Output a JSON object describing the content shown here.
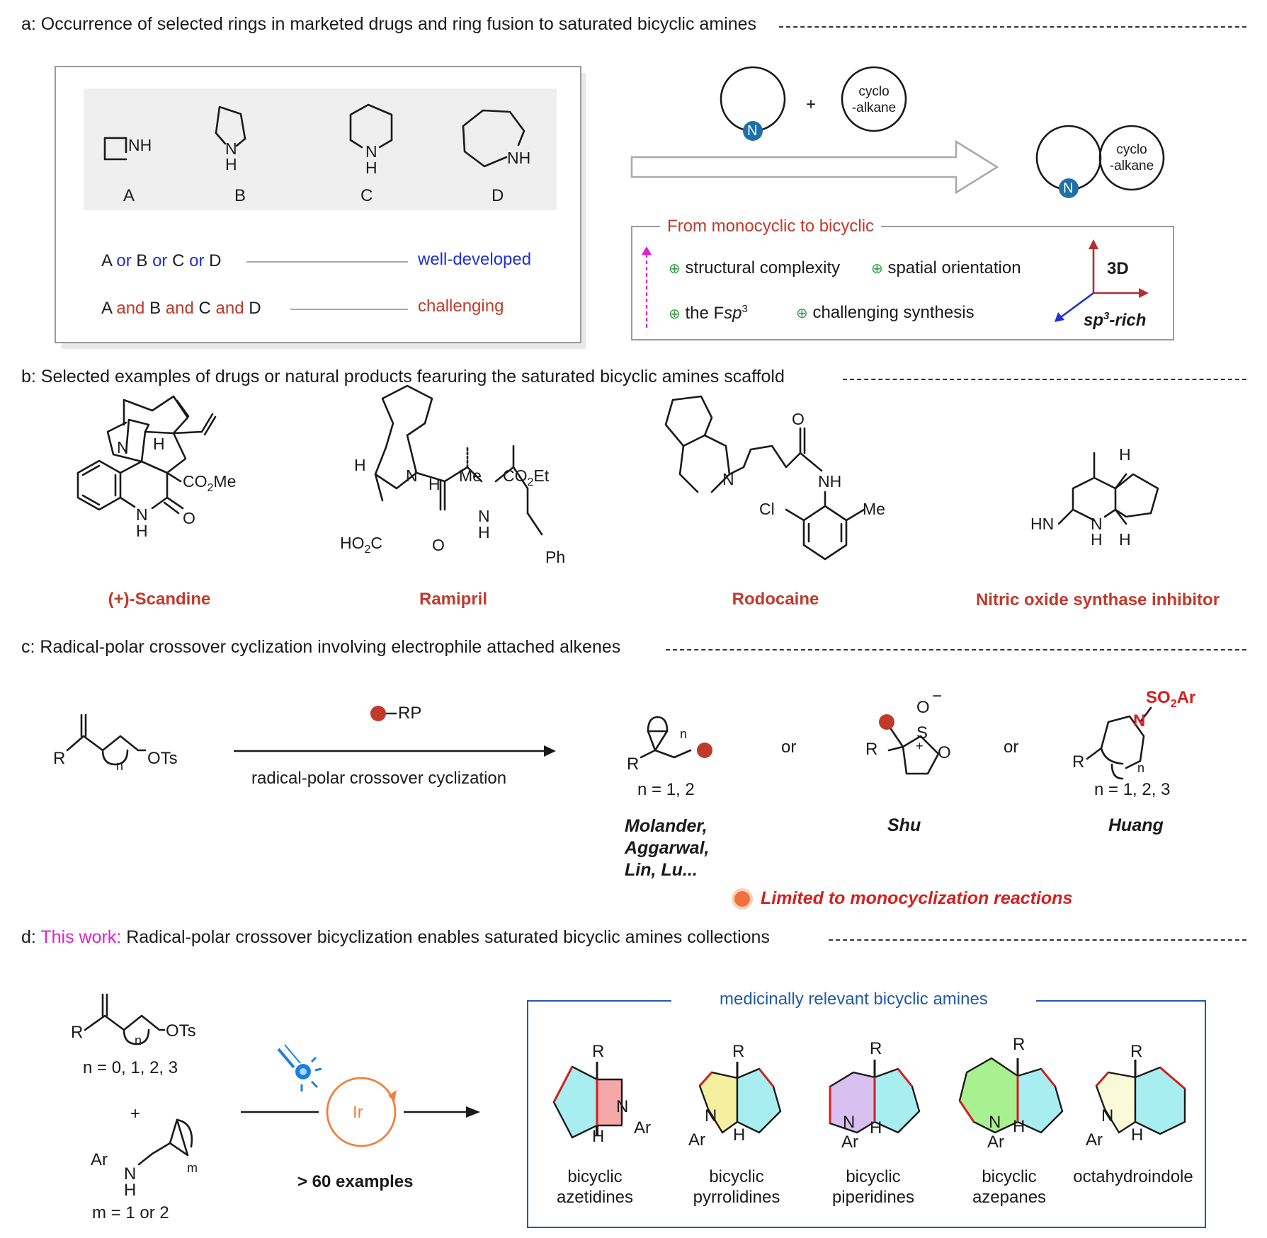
{
  "section_a": {
    "header": "a: Occurrence of selected rings in marketed drugs and ring fusion to saturated bicyclic amines",
    "rings": [
      {
        "label": "A",
        "atom": "NH"
      },
      {
        "label": "B",
        "atom": "N",
        "h": "H"
      },
      {
        "label": "C",
        "atom": "N",
        "h": "H"
      },
      {
        "label": "D",
        "atom": "NH"
      }
    ],
    "row1": {
      "a": "A",
      "or1": "or",
      "b": "B",
      "or2": "or",
      "c": "C",
      "or3": "or",
      "d": "D",
      "status": "well-developed"
    },
    "row2": {
      "a": "A",
      "and1": "and",
      "b": "B",
      "and2": "and",
      "c": "C",
      "and3": "and",
      "d": "D",
      "status": "challenging"
    },
    "scheme": {
      "n": "N",
      "plus": "+",
      "cyclo_line1": "cyclo",
      "cyclo_line2": "-alkane"
    },
    "mono_box": {
      "title": "From monocyclic to bicyclic",
      "items": [
        "structural complexity",
        "spatial orientation",
        "challenging synthesis"
      ],
      "fsp3_prefix": "the F",
      "fsp3_ital": "sp",
      "fsp3_sup": "3",
      "bullet": "⊕",
      "axis_3d": "3D",
      "axis_sp3": "sp",
      "axis_sp3_sup": "3",
      "axis_sp3_rest": "-rich"
    },
    "colors": {
      "accent_red": "#c0392b",
      "accent_blue": "#1f2fd6",
      "node_blue": "#1f6fa8",
      "magenta": "#e020d0",
      "green": "#2e9e3e"
    }
  },
  "section_b": {
    "header": "b: Selected examples of drugs or natural products fearuring the saturated bicyclic amines scaffold",
    "compounds": [
      {
        "name": "(+)-Scandine"
      },
      {
        "name": "Ramipril"
      },
      {
        "name": "Rodocaine"
      },
      {
        "name": "Nitric oxide synthase inhibitor"
      }
    ],
    "atoms": {
      "scandine": {
        "n": "N",
        "h": "H",
        "ester": "CO",
        "ester_sub": "2",
        "ester_rest": "Me",
        "nh_n": "N",
        "nh_h": "H",
        "o": "O"
      },
      "ramipril": {
        "h1": "H",
        "h2": "H",
        "me": "Me",
        "ester": "CO",
        "ester_sub": "2",
        "ester_rest": "Et",
        "n": "N",
        "nh_n": "N",
        "nh_h": "H",
        "acid": "HO",
        "acid_sub": "2",
        "acid_rest": "C",
        "o": "O",
        "ph": "Ph"
      },
      "rodocaine": {
        "n": "N",
        "o": "O",
        "nh": "NH",
        "cl": "Cl",
        "me": "Me"
      },
      "nos": {
        "h1": "H",
        "h2": "H",
        "hn": "HN",
        "n": "N",
        "nh": "H"
      }
    }
  },
  "section_c": {
    "header": "c: Radical-polar crossover cyclization involving electrophile attached alkenes",
    "substrate": {
      "r": "R",
      "n": "n",
      "ots": "OTs"
    },
    "reagent": "RP",
    "arrow_label": "radical-polar crossover cyclization",
    "products": [
      {
        "r": "R",
        "n": "n",
        "cond": "n = 1, 2",
        "authors": [
          "Molander,",
          "Aggarwal,",
          "Lin, Lu..."
        ]
      },
      {
        "r": "R",
        "s": "S",
        "o1": "O",
        "minus": "−",
        "o2": "O",
        "plus": "+",
        "authors": [
          "Shu"
        ]
      },
      {
        "r": "R",
        "n": "n",
        "nn": "N",
        "so2": "SO",
        "so2_sub": "2",
        "so2_rest": "Ar",
        "cond": "n = 1, 2, 3",
        "authors": [
          "Huang"
        ]
      }
    ],
    "or": "or",
    "limitation": "Limited to monocyclization reactions",
    "colors": {
      "dot": "#c0392b",
      "limit": "#d42020",
      "limit_dot": "#f07040"
    }
  },
  "section_d": {
    "prefix": "d: ",
    "highlight": "This work:",
    "header_rest": " Radical-polar crossover bicyclization enables saturated bicyclic amines collections",
    "substrate": {
      "r": "R",
      "n": "n",
      "ots": "OTs",
      "cond": "n = 0, 1, 2, 3"
    },
    "plus": "+",
    "amine": {
      "ar": "Ar",
      "n": "N",
      "h": "H",
      "m": "m",
      "cond": "m = 1 or 2"
    },
    "catalyst": "Ir",
    "examples": "> 60 examples",
    "box_title": "medicinally relevant bicyclic amines",
    "products": [
      {
        "line1": "bicyclic",
        "line2": "azetidines"
      },
      {
        "line1": "bicyclic",
        "line2": "pyrrolidines"
      },
      {
        "line1": "bicyclic",
        "line2": "piperidines"
      },
      {
        "line1": "bicyclic",
        "line2": "azepanes"
      },
      {
        "line1": "octahydroindole",
        "line2": ""
      }
    ],
    "atoms": {
      "r": "R",
      "h": "H",
      "n": "N",
      "ar": "Ar"
    },
    "colors": {
      "box": "#1f5aa8",
      "title": "#1f5aa8",
      "cycle": "#f0803c",
      "lamp": "#1a80e0",
      "cyan": "#a8eef0",
      "pink": "#f5a8a8",
      "yellow": "#f5f0a0",
      "lilac": "#d8c0f0",
      "green": "#a8f090",
      "ivory": "#fafad8",
      "ring_red": "#d02020"
    }
  }
}
